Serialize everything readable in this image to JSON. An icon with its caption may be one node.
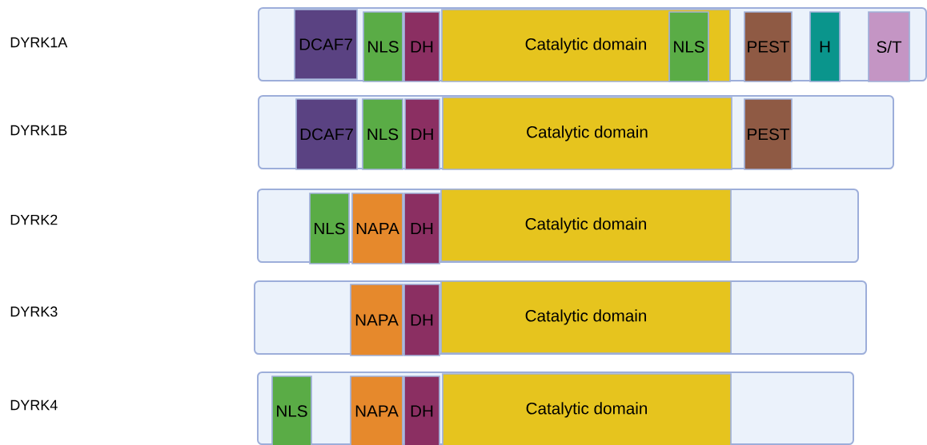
{
  "diagram": {
    "nodes": [
      {
        "text": [],
        "shape": "bar"
      },
      {
        "text": [
          "DCAF7"
        ],
        "in": 0
      },
      {
        "text": [
          "NLS"
        ],
        "in": 0
      },
      {
        "text": [
          "DH"
        ],
        "in": 0
      },
      {
        "text": [
          "Catalytic domain"
        ],
        "in": 0
      },
      {
        "text": [
          "NLS"
        ],
        "in": 4
      },
      {
        "text": [
          "PEST"
        ],
        "in": 0
      },
      {
        "text": [
          "H"
        ],
        "in": 0
      },
      {
        "text": [
          "S/T"
        ],
        "in": 0
      },
      {
        "text": [],
        "shape": "bar"
      },
      {
        "text": [
          "DCAF7"
        ],
        "in": 9
      },
      {
        "text": [
          "NLS"
        ],
        "in": 9
      },
      {
        "text": [
          "DH"
        ],
        "in": 9
      },
      {
        "text": [
          "Catalytic domain"
        ],
        "in": 9
      },
      {
        "text": [
          "PEST"
        ],
        "in": 9
      },
      {
        "text": [],
        "shape": "bar"
      },
      {
        "text": [
          "NLS"
        ],
        "in": 15
      },
      {
        "text": [
          "NAPA"
        ],
        "in": 15
      },
      {
        "text": [
          "DH"
        ],
        "in": 15
      },
      {
        "text": [
          "Catalytic domain"
        ],
        "in": 15
      },
      {
        "text": [],
        "shape": "bar"
      },
      {
        "text": [
          "NAPA"
        ],
        "in": 20
      },
      {
        "text": [
          "DH"
        ],
        "in": 20
      },
      {
        "text": [
          "Catalytic domain"
        ],
        "in": 20
      },
      {
        "text": [],
        "shape": "bar"
      },
      {
        "text": [
          "NLS"
        ],
        "in": 24
      },
      {
        "text": [
          "NAPA"
        ],
        "in": 24
      },
      {
        "text": [
          "DH"
        ],
        "in": 24
      },
      {
        "text": [
          "Catalytic domain"
        ],
        "in": 24
      }
    ],
    "labels": [
      "DYRK1A",
      "DYRK1B",
      "DYRK2",
      "DYRK3",
      "DYRK4"
    ]
  }
}
